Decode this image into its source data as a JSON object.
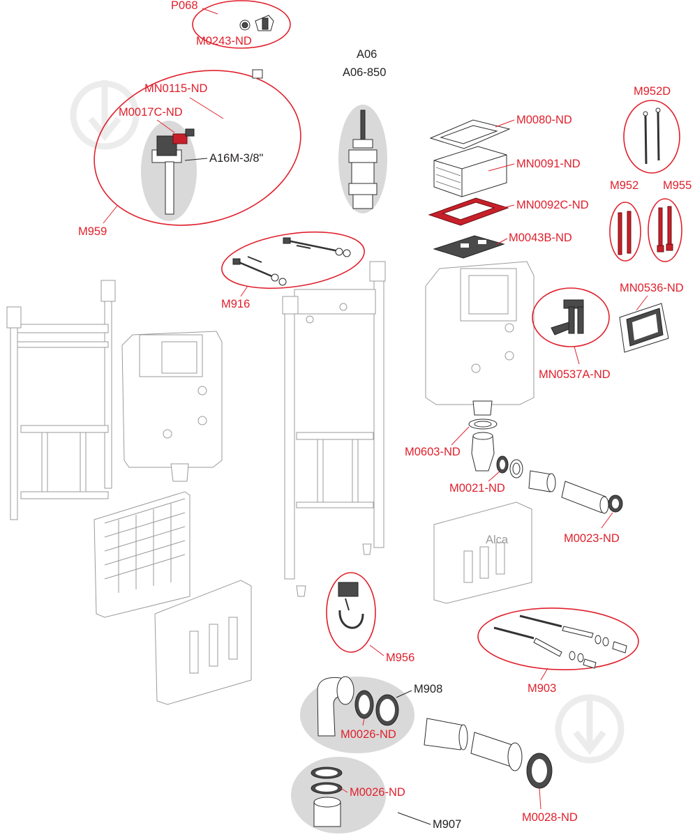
{
  "labels": {
    "p068": "P068",
    "m0243": "M0243-ND",
    "a06": "A06",
    "a06_850": "A06-850",
    "mn0115": "MN0115-ND",
    "m0017c": "M0017C-ND",
    "a16m": "A16M-3/8\"",
    "m959": "M959",
    "m0080": "M0080-ND",
    "mn0091": "MN0091-ND",
    "mn0092c": "MN0092C-ND",
    "m0043b": "M0043B-ND",
    "m952d": "M952D",
    "m952": "M952",
    "m955": "M955",
    "mn0536": "MN0536-ND",
    "mn0537a": "MN0537A-ND",
    "m916": "M916",
    "m0603": "M0603-ND",
    "m0021": "M0021-ND",
    "m0023": "M0023-ND",
    "alca": "Alca",
    "m956": "M956",
    "m903": "M903",
    "m908": "M908",
    "m0026_a": "M0026-ND",
    "m0026_b": "M0026-ND",
    "m907": "M907",
    "m0028": "M0028-ND"
  },
  "colors": {
    "label_red": "#e0202c",
    "label_black": "#231f20",
    "highlight_grey": "#d9d9d9"
  }
}
